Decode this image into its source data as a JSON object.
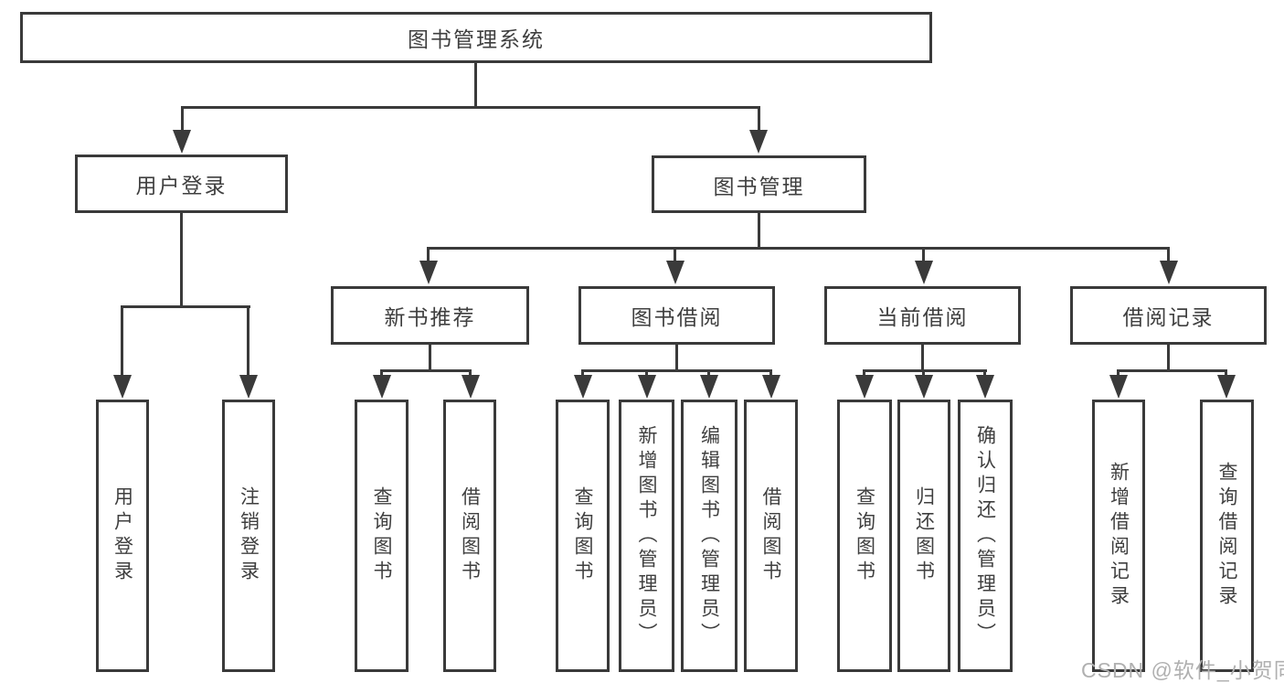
{
  "colors": {
    "line": "#3a3a3a",
    "text": "#3f3f3f",
    "watermark": "#b0b0b0",
    "background": "#ffffff"
  },
  "tree": {
    "root": {
      "label": "图书管理系统"
    },
    "level2": [
      {
        "label": "用户登录"
      },
      {
        "label": "图书管理"
      }
    ],
    "level3": [
      {
        "label": "新书推荐",
        "parent": "图书管理"
      },
      {
        "label": "图书借阅",
        "parent": "图书管理"
      },
      {
        "label": "当前借阅",
        "parent": "图书管理"
      },
      {
        "label": "借阅记录",
        "parent": "图书管理"
      }
    ],
    "leaves": [
      {
        "label": "用户登录",
        "parent": "用户登录"
      },
      {
        "label": "注销登录",
        "parent": "用户登录"
      },
      {
        "label": "查询图书",
        "parent": "新书推荐"
      },
      {
        "label": "借阅图书",
        "parent": "新书推荐"
      },
      {
        "label": "查询图书",
        "parent": "图书借阅"
      },
      {
        "label": "新增图书（管理员）",
        "parent": "图书借阅"
      },
      {
        "label": "编辑图书（管理员）",
        "parent": "图书借阅"
      },
      {
        "label": "借阅图书",
        "parent": "图书借阅"
      },
      {
        "label": "查询图书",
        "parent": "当前借阅"
      },
      {
        "label": "归还图书",
        "parent": "当前借阅"
      },
      {
        "label": "确认归还（管理员）",
        "parent": "当前借阅"
      },
      {
        "label": "新增借阅记录",
        "parent": "借阅记录"
      },
      {
        "label": "查询借阅记录",
        "parent": "借阅记录"
      }
    ]
  },
  "watermark": {
    "text": "CSDN @软件_小贺同学"
  }
}
